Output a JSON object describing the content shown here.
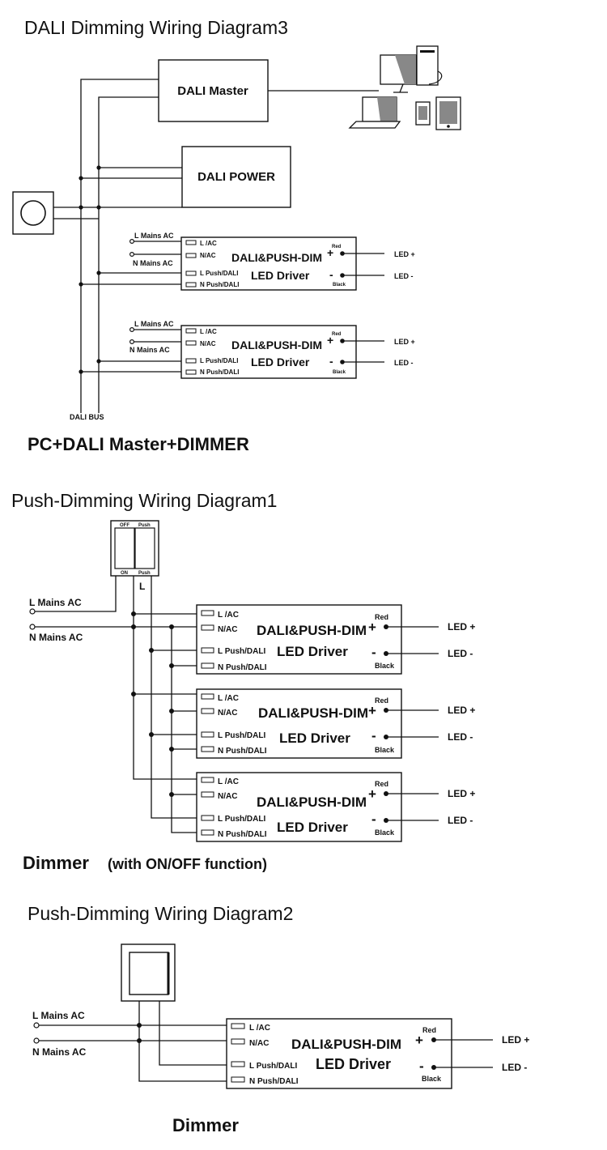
{
  "diagram3": {
    "heading": "DALI  Dimming  Wiring Diagram3",
    "master_label": "DALI Master",
    "power_label": "DALI POWER",
    "bus_label": "DALI  BUS",
    "caption": "PC+DALI Master+DIMMER",
    "drivers": [
      {
        "l_mains": "L Mains AC",
        "n_mains": "N Mains AC"
      },
      {
        "l_mains": "L Mains AC",
        "n_mains": "N Mains AC"
      }
    ]
  },
  "driver": {
    "name_line1": "DALI&PUSH-DIM",
    "name_line2": "LED Driver",
    "pin_l": "L /AC",
    "pin_n": "N/AC",
    "pin_lpush": "L Push/DALI",
    "pin_npush": "N Push/DALI",
    "red": "Red",
    "black": "Black",
    "plus": "+",
    "minus": "-",
    "led_plus": "LED +",
    "led_minus": "LED -"
  },
  "diagram1": {
    "heading": "Push-Dimming Wiring Diagram1",
    "l_mains": "L Mains AC",
    "n_mains": "N Mains AC",
    "switch_off": "OFF",
    "switch_push_top": "Push",
    "switch_on": "ON",
    "switch_push_bottom": "Push",
    "switch_l": "L",
    "caption_main": "Dimmer",
    "caption_sub": "(with ON/OFF function)"
  },
  "diagram2": {
    "heading": "Push-Dimming Wiring Diagram2",
    "l_mains": "L Mains AC",
    "n_mains": "N Mains AC",
    "caption": "Dimmer"
  }
}
